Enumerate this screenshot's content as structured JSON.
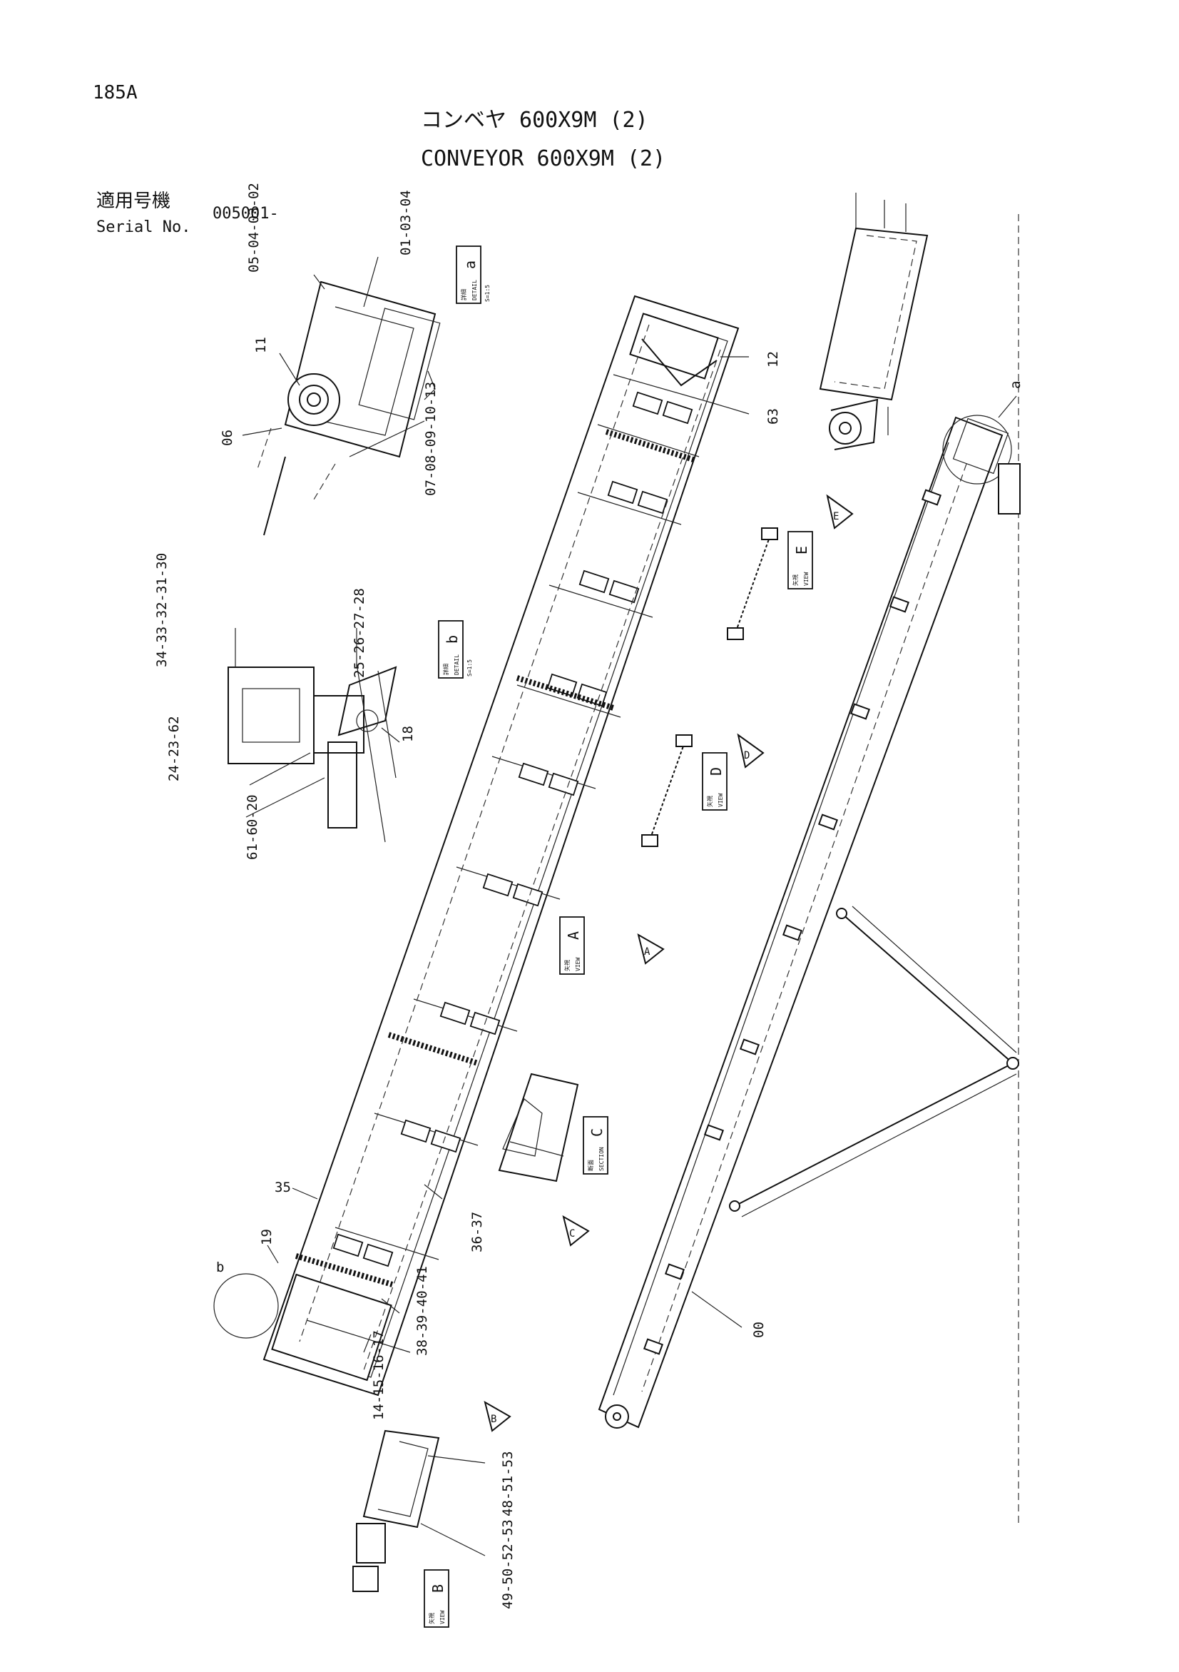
{
  "page_number": "185A",
  "title_jp": "コンベヤ 600X9M (2)",
  "title_en": "CONVEYOR 600X9M (2)",
  "serial": {
    "label_jp": "適用号機",
    "label_en": "Serial No.",
    "value": "005001-"
  },
  "callouts": {
    "c1": "05-04-03-02",
    "c2": "01-03-04",
    "c3": "11",
    "c4": "06",
    "c5": "07-08-09-10-13",
    "c6": "12",
    "c7": "63",
    "c8": "a",
    "c9": "34-33-32-31-30",
    "c10": "25-26-27-28",
    "c11": "18",
    "c12": "24-23-62",
    "c13": "61-60-20",
    "c14": "35",
    "c15": "36-37",
    "c16": "19",
    "c17": "b",
    "c18": "38-39-40-41",
    "c19": "14-15-16-17",
    "c20": "00",
    "c21": "48-51-53",
    "c22": "49-50-52-53"
  },
  "view_labels": {
    "detail_a": {
      "jp": "詳細",
      "en": "DETAIL",
      "letter": "a",
      "scale": "S=1:5"
    },
    "detail_b": {
      "jp": "詳細",
      "en": "DETAIL",
      "letter": "b",
      "scale": "S=1:5"
    },
    "view_e": {
      "jp": "矢視",
      "en": "VIEW",
      "letter": "E"
    },
    "view_d": {
      "jp": "矢視",
      "en": "VIEW",
      "letter": "D"
    },
    "view_a": {
      "jp": "矢視",
      "en": "VIEW",
      "letter": "A"
    },
    "section_c": {
      "jp": "断面",
      "en": "SECTION",
      "letter": "C"
    },
    "view_b": {
      "jp": "矢視",
      "en": "VIEW",
      "letter": "B"
    }
  },
  "arrows": {
    "e": "E",
    "d": "D",
    "a": "A",
    "c": "C",
    "b": "B"
  }
}
